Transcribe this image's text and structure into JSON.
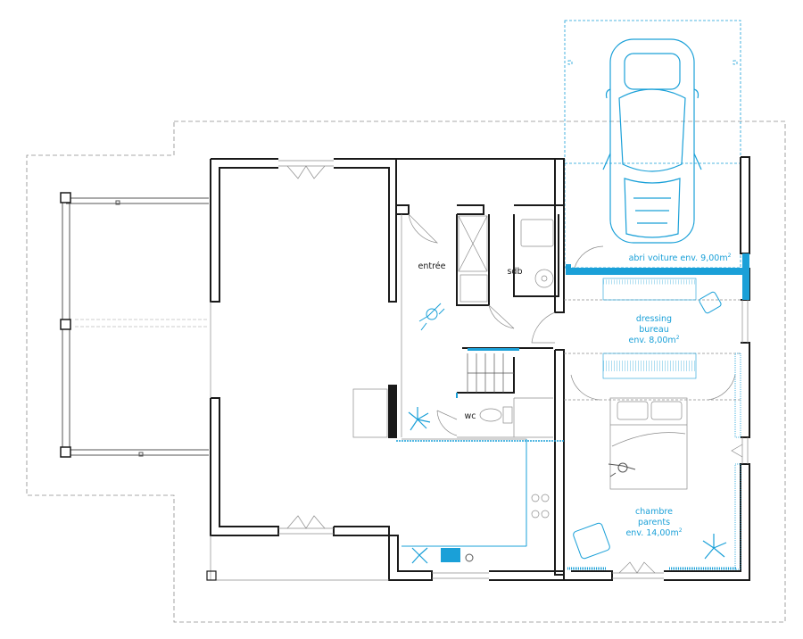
{
  "colors": {
    "wall": "#1a1a1a",
    "accent": "#1aa0d8",
    "thin": "#9a9a9a",
    "furniture": "#555555"
  },
  "rooms": {
    "entree": {
      "label": "entrée"
    },
    "sdb": {
      "label": "sdb"
    },
    "wc": {
      "label": "wc"
    },
    "carport": {
      "line1": "abri voiture env. 9,00m",
      "sup": "2"
    },
    "dressing": {
      "line1": "dressing",
      "line2": "bureau",
      "line3": "env. 8,00m",
      "sup": "2"
    },
    "chambre": {
      "line1": "chambre",
      "line2": "parents",
      "line3": "env. 14,00m",
      "sup": "2"
    }
  }
}
